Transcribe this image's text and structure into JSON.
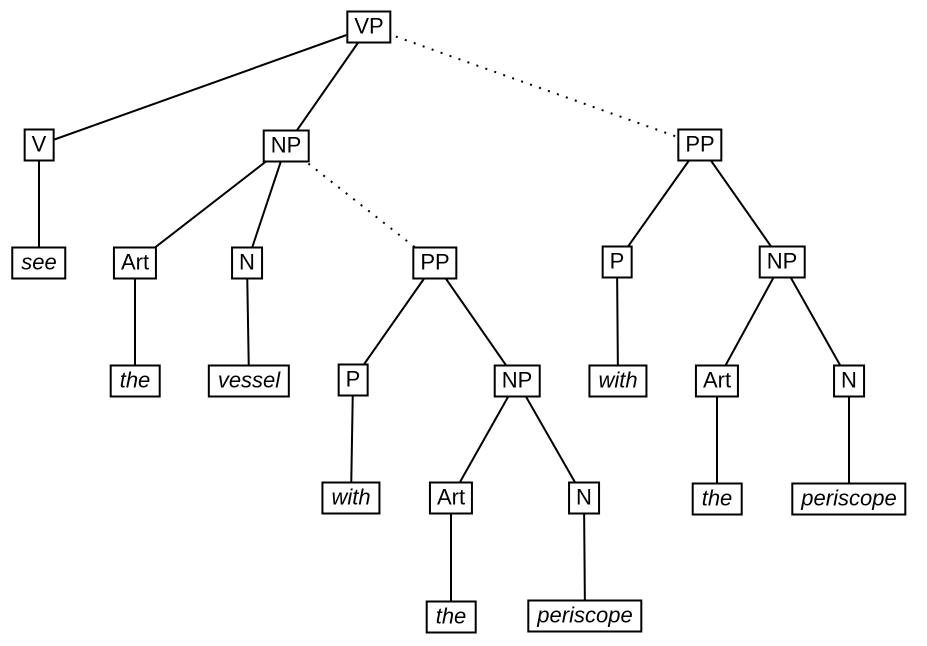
{
  "diagram": {
    "type": "syntax-tree",
    "description_visible_text_only": true,
    "colors": {
      "background": "#ffffff",
      "line": "#000000",
      "box_border": "#000000",
      "text": "#000000"
    },
    "nodes": {
      "vp": {
        "label": "VP",
        "kind": "phrase"
      },
      "v": {
        "label": "V",
        "kind": "category"
      },
      "np1": {
        "label": "NP",
        "kind": "phrase"
      },
      "pp2": {
        "label": "PP",
        "kind": "phrase"
      },
      "see": {
        "label": "see",
        "kind": "word"
      },
      "art1": {
        "label": "Art",
        "kind": "category"
      },
      "n1": {
        "label": "N",
        "kind": "category"
      },
      "pp1": {
        "label": "PP",
        "kind": "phrase"
      },
      "p2": {
        "label": "P",
        "kind": "category"
      },
      "np3": {
        "label": "NP",
        "kind": "phrase"
      },
      "the1": {
        "label": "the",
        "kind": "word"
      },
      "vessel": {
        "label": "vessel",
        "kind": "word"
      },
      "p1": {
        "label": "P",
        "kind": "category"
      },
      "np2": {
        "label": "NP",
        "kind": "phrase"
      },
      "with2": {
        "label": "with",
        "kind": "word"
      },
      "art3": {
        "label": "Art",
        "kind": "category"
      },
      "n3": {
        "label": "N",
        "kind": "category"
      },
      "with1": {
        "label": "with",
        "kind": "word"
      },
      "art2": {
        "label": "Art",
        "kind": "category"
      },
      "n2": {
        "label": "N",
        "kind": "category"
      },
      "the3": {
        "label": "the",
        "kind": "word"
      },
      "periscope2": {
        "label": "periscope",
        "kind": "word"
      },
      "the2": {
        "label": "the",
        "kind": "word"
      },
      "periscope1": {
        "label": "periscope",
        "kind": "word"
      }
    },
    "edges": [
      {
        "from": "vp",
        "to": "v",
        "style": "solid"
      },
      {
        "from": "vp",
        "to": "np1",
        "style": "solid"
      },
      {
        "from": "vp",
        "to": "pp2",
        "style": "dotted"
      },
      {
        "from": "v",
        "to": "see",
        "style": "solid"
      },
      {
        "from": "np1",
        "to": "art1",
        "style": "solid"
      },
      {
        "from": "np1",
        "to": "n1",
        "style": "solid"
      },
      {
        "from": "np1",
        "to": "pp1",
        "style": "dotted"
      },
      {
        "from": "art1",
        "to": "the1",
        "style": "solid"
      },
      {
        "from": "n1",
        "to": "vessel",
        "style": "solid"
      },
      {
        "from": "pp1",
        "to": "p1",
        "style": "solid"
      },
      {
        "from": "pp1",
        "to": "np2",
        "style": "solid"
      },
      {
        "from": "p1",
        "to": "with1",
        "style": "solid"
      },
      {
        "from": "np2",
        "to": "art2",
        "style": "solid"
      },
      {
        "from": "np2",
        "to": "n2",
        "style": "solid"
      },
      {
        "from": "art2",
        "to": "the2",
        "style": "solid"
      },
      {
        "from": "n2",
        "to": "periscope1",
        "style": "solid"
      },
      {
        "from": "pp2",
        "to": "p2",
        "style": "solid"
      },
      {
        "from": "pp2",
        "to": "np3",
        "style": "solid"
      },
      {
        "from": "p2",
        "to": "with2",
        "style": "solid"
      },
      {
        "from": "np3",
        "to": "art3",
        "style": "solid"
      },
      {
        "from": "np3",
        "to": "n3",
        "style": "solid"
      },
      {
        "from": "art3",
        "to": "the3",
        "style": "solid"
      },
      {
        "from": "n3",
        "to": "periscope2",
        "style": "solid"
      }
    ]
  }
}
